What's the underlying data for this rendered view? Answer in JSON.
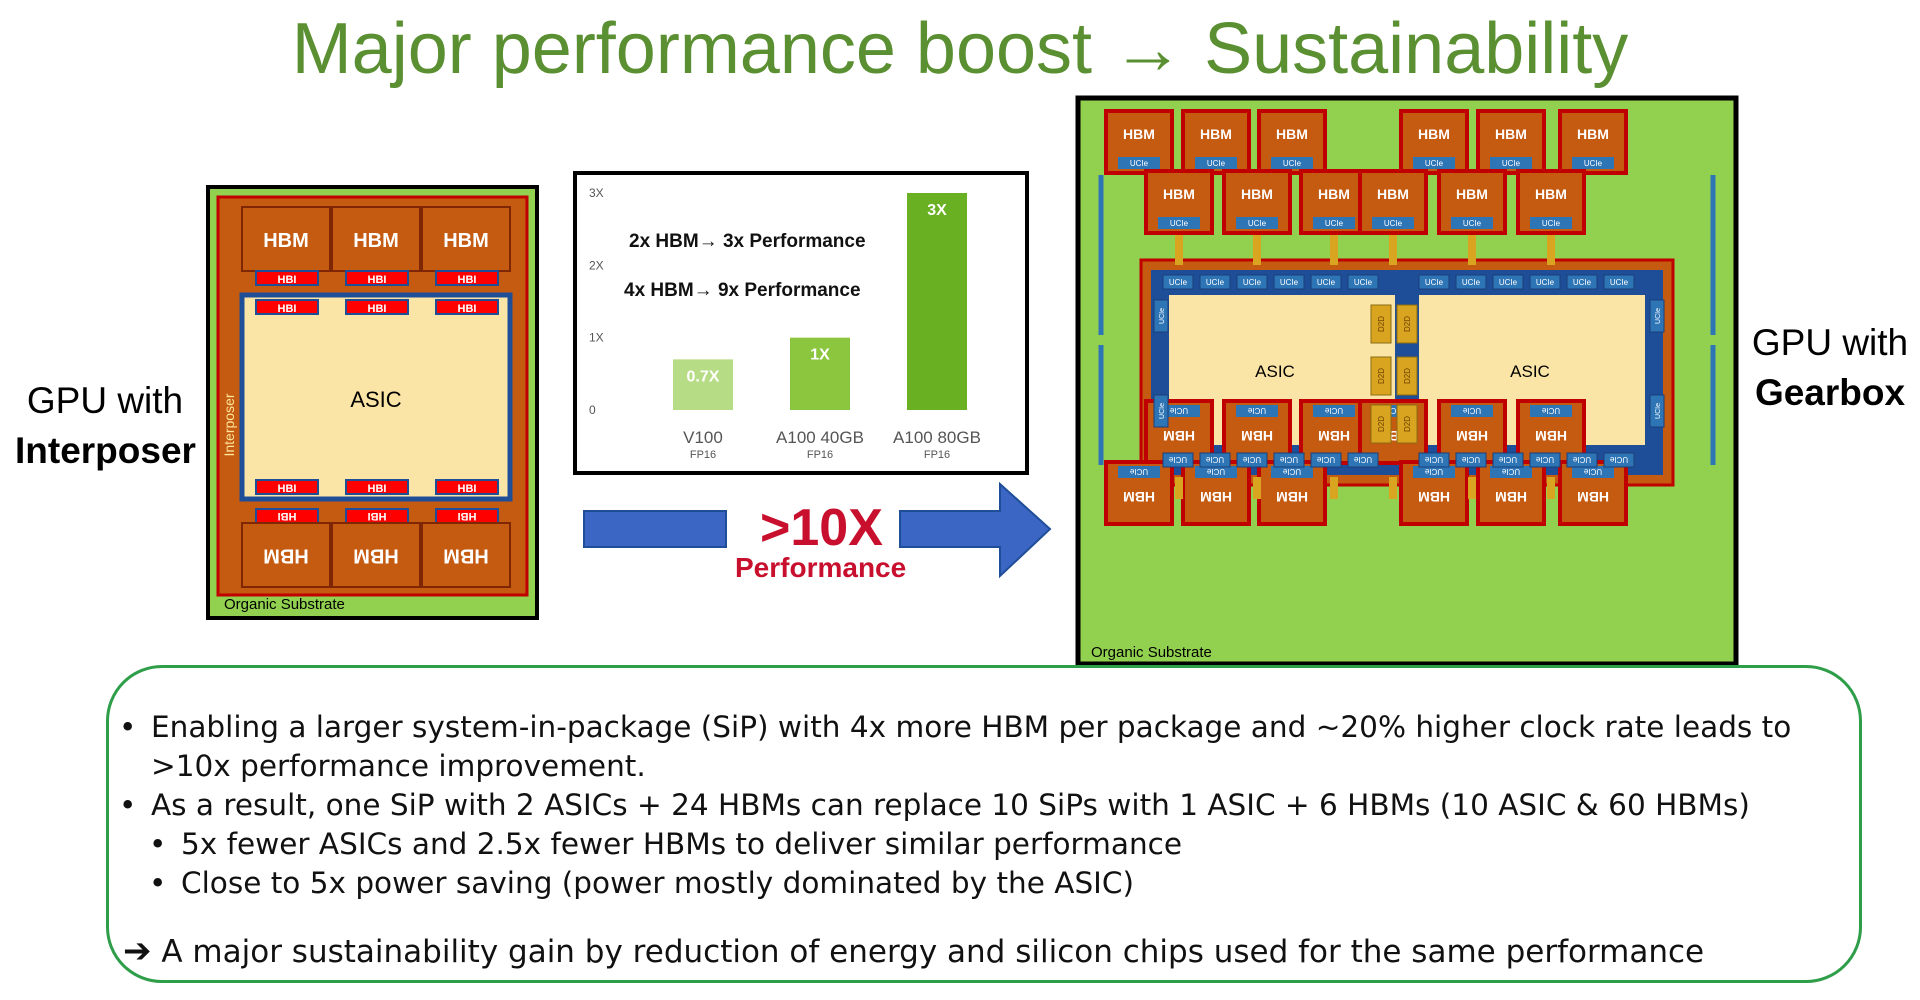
{
  "title": "Major performance boost → Sustainability",
  "left_label": {
    "line1": "GPU with",
    "line2": "Interposer"
  },
  "right_label": {
    "line1": "GPU with",
    "line2": "Gearbox"
  },
  "left_pkg": {
    "hbm": "HBM",
    "hbi": "HBI",
    "asic": "ASIC",
    "interposer": "Interposer",
    "substrate": "Organic Substrate"
  },
  "right_pkg": {
    "hbm": "HBM",
    "ucie": "UCIe",
    "d2d": "D2D",
    "asic": "ASIC",
    "substrate": "Organic Substrate"
  },
  "chart_data": {
    "type": "bar",
    "categories": [
      "V100",
      "A100 40GB",
      "A100 80GB"
    ],
    "subcategories": [
      "FP16",
      "FP16",
      "FP16"
    ],
    "values": [
      0.7,
      1,
      3
    ],
    "data_labels": [
      "0.7X",
      "1X",
      "3X"
    ],
    "yticks": [
      "0",
      "1X",
      "2X",
      "3X"
    ],
    "ylim": [
      0,
      3
    ],
    "colors": [
      "#b7dc86",
      "#8cc63f",
      "#6ab023"
    ],
    "annotations": [
      "2x HBM→ 3x Performance",
      "4x HBM→ 9x Performance"
    ]
  },
  "center": {
    "big": ">10X",
    "small": "Performance"
  },
  "bullets": [
    "Enabling a larger system-in-package (SiP) with 4x more HBM per package and ~20% higher clock rate leads to",
    ">10x performance improvement.",
    "As a result, one SiP with 2 ASICs + 24 HBMs can replace 10 SiPs with 1 ASIC + 6 HBMs (10 ASIC & 60 HBMs)",
    "5x fewer ASICs and 2.5x fewer HBMs to deliver similar performance",
    "Close to 5x power saving (power mostly dominated by the ASIC)",
    "A major sustainability gain by reduction of energy and silicon chips used for the same performance"
  ],
  "colors": {
    "green": "#5a8f32",
    "red": "#c8102e",
    "hbm": "#c55a11",
    "blue": "#1f4e99",
    "asic": "#fbe5a6",
    "substrate": "#92d050"
  }
}
